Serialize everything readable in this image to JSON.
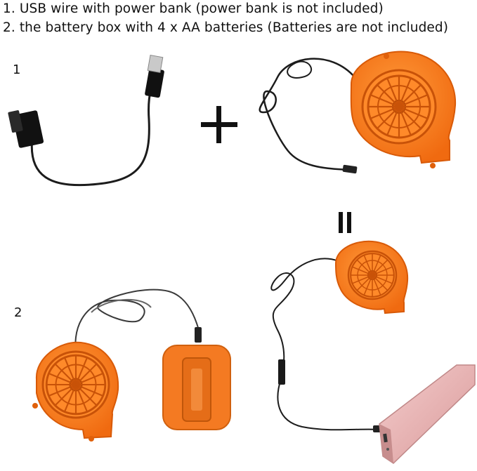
{
  "captions": {
    "line1": "1.  USB wire with power bank (power bank is not included)",
    "line2": "2.  the battery box with 4 x AA batteries (Batteries are not included)"
  },
  "steps": {
    "step1_number": "1",
    "step2_number": "2"
  },
  "symbols": {
    "plus": "+",
    "equals": "="
  },
  "colors": {
    "blower_orange": "#ff7a1a",
    "blower_dark": "#e0600a",
    "cable": "#1c1c1c",
    "power_bank": "#e8b6b6"
  },
  "images": [
    {
      "name": "usb-cable-icon",
      "depicts": "usb cable with barrel connector"
    },
    {
      "name": "blower-fan-icon",
      "depicts": "orange blower fan with cord"
    },
    {
      "name": "battery-box-icon",
      "depicts": "orange battery box"
    },
    {
      "name": "power-bank-icon",
      "depicts": "pink power bank"
    }
  ]
}
